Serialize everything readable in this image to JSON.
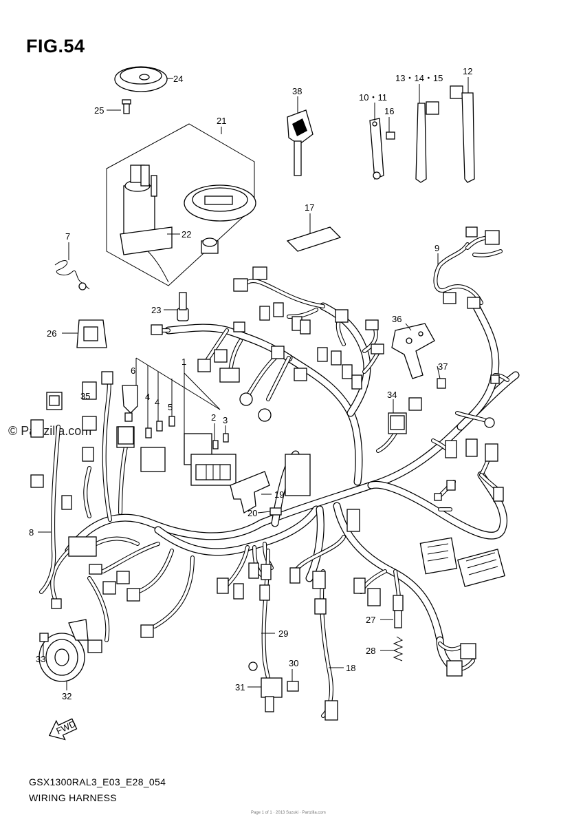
{
  "figure": {
    "title": "FIG.54",
    "model_code": "GSX1300RAL3_E03_E28_054",
    "section_name": "WIRING HARNESS",
    "watermark": "© Partzilla.com",
    "footer_note": "Page 1 of 1 · 2013 Suzuki · Partzilla.com"
  },
  "callouts": [
    {
      "id": "24",
      "label": "24"
    },
    {
      "id": "25",
      "label": "25"
    },
    {
      "id": "21",
      "label": "21"
    },
    {
      "id": "22",
      "label": "22"
    },
    {
      "id": "7",
      "label": "7"
    },
    {
      "id": "23",
      "label": "23"
    },
    {
      "id": "26",
      "label": "26"
    },
    {
      "id": "38",
      "label": "38"
    },
    {
      "id": "10-11",
      "label": "10・11"
    },
    {
      "id": "16",
      "label": "16"
    },
    {
      "id": "13-14-15",
      "label": "13・14・15"
    },
    {
      "id": "12",
      "label": "12"
    },
    {
      "id": "17",
      "label": "17"
    },
    {
      "id": "9",
      "label": "9"
    },
    {
      "id": "36",
      "label": "36"
    },
    {
      "id": "37",
      "label": "37"
    },
    {
      "id": "1",
      "label": "1"
    },
    {
      "id": "6",
      "label": "6"
    },
    {
      "id": "35",
      "label": "35"
    },
    {
      "id": "4a",
      "label": "4"
    },
    {
      "id": "4b",
      "label": "4"
    },
    {
      "id": "5",
      "label": "5"
    },
    {
      "id": "2",
      "label": "2"
    },
    {
      "id": "3",
      "label": "3"
    },
    {
      "id": "34",
      "label": "34"
    },
    {
      "id": "19",
      "label": "19"
    },
    {
      "id": "20",
      "label": "20"
    },
    {
      "id": "8",
      "label": "8"
    },
    {
      "id": "33",
      "label": "33"
    },
    {
      "id": "32",
      "label": "32"
    },
    {
      "id": "29",
      "label": "29"
    },
    {
      "id": "30",
      "label": "30"
    },
    {
      "id": "31",
      "label": "31"
    },
    {
      "id": "18",
      "label": "18"
    },
    {
      "id": "27",
      "label": "27"
    },
    {
      "id": "28",
      "label": "28"
    }
  ],
  "fwd_label": "FWD"
}
